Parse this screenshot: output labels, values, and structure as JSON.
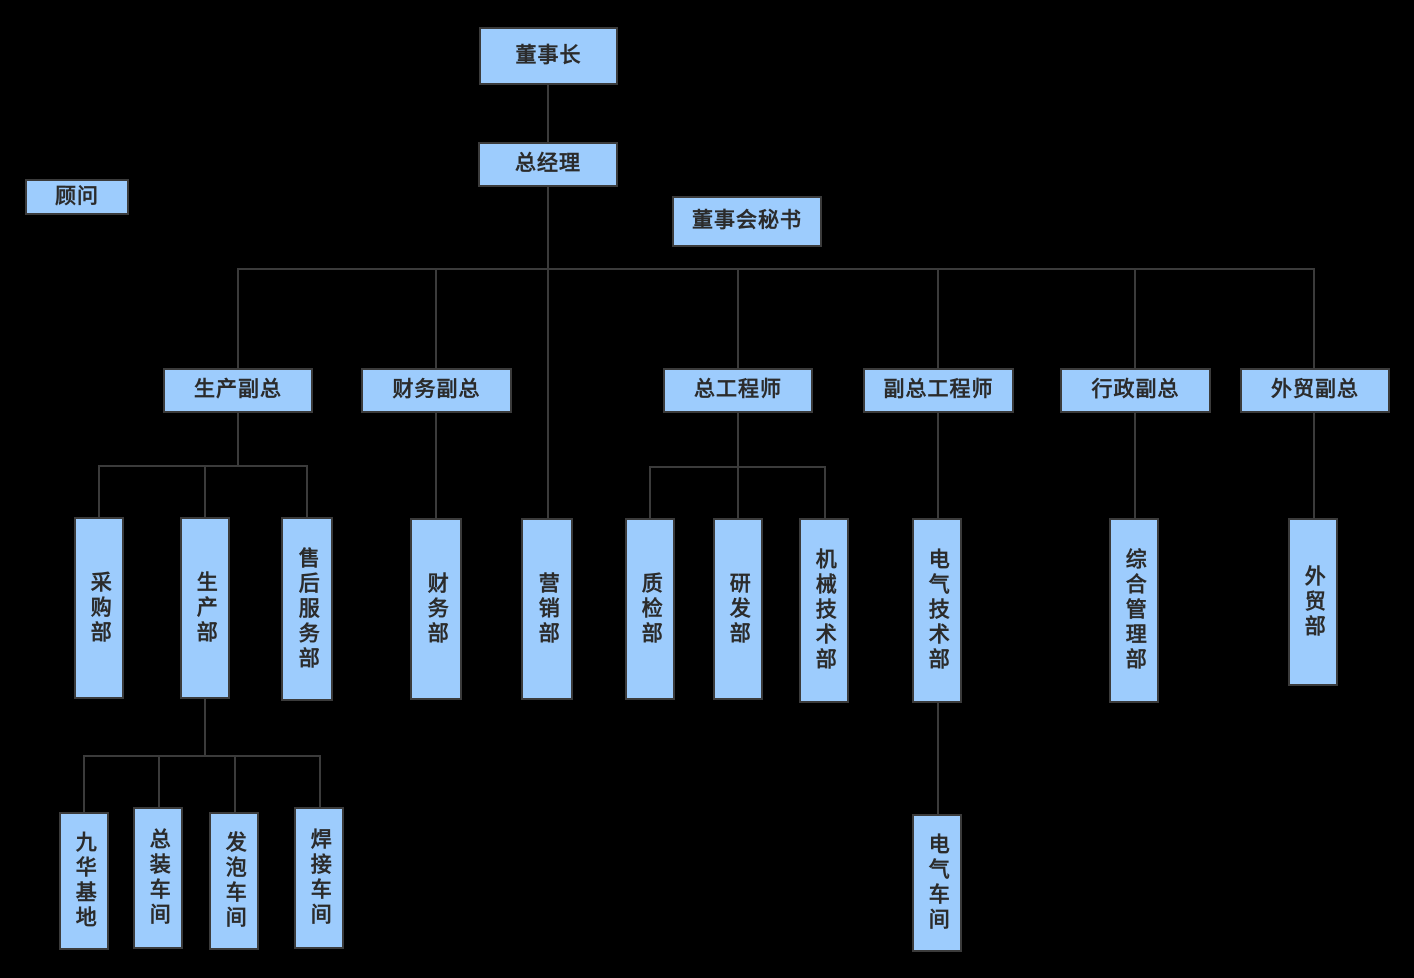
{
  "chart": {
    "title": "",
    "type": "org-chart",
    "colors": {
      "background": "#000000",
      "node_fill": "#9dccfd",
      "node_border": "#3b3b3b",
      "node_text": "#2b2b2b",
      "edge": "#3b3b3b"
    }
  },
  "nodes": {
    "chairman": {
      "label": "董事长",
      "level": 1,
      "orientation": "horizontal"
    },
    "general_manager": {
      "label": "总经理",
      "level": 2,
      "orientation": "horizontal"
    },
    "advisor": {
      "label": "顾问",
      "level": 2,
      "orientation": "horizontal"
    },
    "board_secretary": {
      "label": "董事会秘书",
      "level": 3,
      "orientation": "horizontal"
    },
    "vp_production": {
      "label": "生产副总",
      "level": 4,
      "orientation": "horizontal"
    },
    "vp_finance": {
      "label": "财务副总",
      "level": 4,
      "orientation": "horizontal"
    },
    "chief_engineer": {
      "label": "总工程师",
      "level": 4,
      "orientation": "horizontal"
    },
    "deputy_chief_engineer": {
      "label": "副总工程师",
      "level": 4,
      "orientation": "horizontal"
    },
    "vp_administration": {
      "label": "行政副总",
      "level": 4,
      "orientation": "horizontal"
    },
    "vp_foreign_trade": {
      "label": "外贸副总",
      "level": 4,
      "orientation": "horizontal"
    },
    "dept_purchasing": {
      "label": "采购部",
      "level": 5,
      "orientation": "vertical"
    },
    "dept_production": {
      "label": "生产部",
      "level": 5,
      "orientation": "vertical"
    },
    "dept_after_sales": {
      "label": "售后服务部",
      "level": 5,
      "orientation": "vertical"
    },
    "dept_finance": {
      "label": "财务部",
      "level": 5,
      "orientation": "vertical"
    },
    "dept_marketing": {
      "label": "营销部",
      "level": 5,
      "orientation": "vertical"
    },
    "dept_quality": {
      "label": "质检部",
      "level": 5,
      "orientation": "vertical"
    },
    "dept_rnd": {
      "label": "研发部",
      "level": 5,
      "orientation": "vertical"
    },
    "dept_mechanical": {
      "label": "机械技术部",
      "level": 5,
      "orientation": "vertical"
    },
    "dept_electrical": {
      "label": "电气技术部",
      "level": 5,
      "orientation": "vertical"
    },
    "dept_general_admin": {
      "label": "综合管理部",
      "level": 5,
      "orientation": "vertical"
    },
    "dept_foreign_trade": {
      "label": "外贸部",
      "level": 5,
      "orientation": "vertical"
    },
    "ws_jiuhua_base": {
      "label": "九华基地",
      "level": 6,
      "orientation": "vertical"
    },
    "ws_assembly": {
      "label": "总装车间",
      "level": 6,
      "orientation": "vertical"
    },
    "ws_foaming": {
      "label": "发泡车间",
      "level": 6,
      "orientation": "vertical"
    },
    "ws_welding": {
      "label": "焊接车间",
      "level": 6,
      "orientation": "vertical"
    },
    "ws_electrical": {
      "label": "电气车间",
      "level": 6,
      "orientation": "vertical"
    }
  },
  "hierarchy": {
    "root": "chairman",
    "edges": [
      {
        "from": "chairman",
        "to": "general_manager"
      },
      {
        "from": "general_manager",
        "to": "vp_production"
      },
      {
        "from": "general_manager",
        "to": "vp_finance"
      },
      {
        "from": "general_manager",
        "to": "dept_marketing"
      },
      {
        "from": "general_manager",
        "to": "chief_engineer"
      },
      {
        "from": "general_manager",
        "to": "deputy_chief_engineer"
      },
      {
        "from": "general_manager",
        "to": "vp_administration"
      },
      {
        "from": "general_manager",
        "to": "vp_foreign_trade"
      },
      {
        "from": "vp_production",
        "to": "dept_purchasing"
      },
      {
        "from": "vp_production",
        "to": "dept_production"
      },
      {
        "from": "vp_production",
        "to": "dept_after_sales"
      },
      {
        "from": "vp_finance",
        "to": "dept_finance"
      },
      {
        "from": "chief_engineer",
        "to": "dept_quality"
      },
      {
        "from": "chief_engineer",
        "to": "dept_rnd"
      },
      {
        "from": "chief_engineer",
        "to": "dept_mechanical"
      },
      {
        "from": "deputy_chief_engineer",
        "to": "dept_electrical"
      },
      {
        "from": "vp_administration",
        "to": "dept_general_admin"
      },
      {
        "from": "vp_foreign_trade",
        "to": "dept_foreign_trade"
      },
      {
        "from": "dept_production",
        "to": "ws_jiuhua_base"
      },
      {
        "from": "dept_production",
        "to": "ws_assembly"
      },
      {
        "from": "dept_production",
        "to": "ws_foaming"
      },
      {
        "from": "dept_production",
        "to": "ws_welding"
      },
      {
        "from": "dept_electrical",
        "to": "ws_electrical"
      }
    ]
  }
}
